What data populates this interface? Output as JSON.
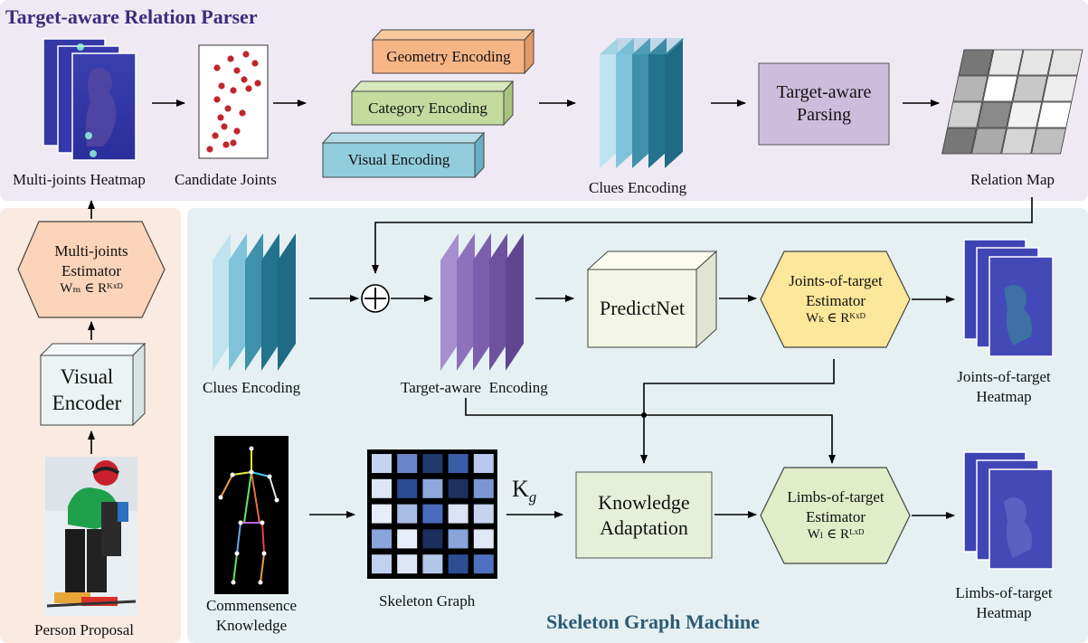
{
  "parser": {
    "title": "Target-aware Relation Parser",
    "multi_joints_heatmap": "Multi-joints Heatmap",
    "candidate_joints": "Candidate Joints",
    "geometry_encoding": "Geometry Encoding",
    "category_encoding": "Category Encoding",
    "visual_encoding": "Visual Encoding",
    "clues_encoding": "Clues Encoding",
    "target_aware_parsing_line1": "Target-aware",
    "target_aware_parsing_line2": "Parsing",
    "relation_map": "Relation Map"
  },
  "left": {
    "estimator_line1": "Multi-joints",
    "estimator_line2": "Estimator",
    "estimator_formula": "Wₘ ∈ Rᴷˣᴰ",
    "visual_encoder_line1": "Visual",
    "visual_encoder_line2": "Encoder",
    "person_proposal": "Person Proposal"
  },
  "machine": {
    "title": "Skeleton Graph Machine",
    "clues_encoding": "Clues Encoding",
    "plus_symbol": "⊕",
    "target_aware_encoding": "Target-aware  Encoding",
    "predictnet": "PredictNet",
    "joints_estimator_line1": "Joints-of-target",
    "joints_estimator_line2": "Estimator",
    "joints_estimator_formula": "Wₖ ∈ Rᴷˣᴰ",
    "joints_heatmap_line1": "Joints-of-target",
    "joints_heatmap_line2": "Heatmap",
    "commonsense_line1": "Commensence",
    "commonsense_line2": "Knowledge",
    "skeleton_graph": "Skeleton Graph",
    "kg_label": "K",
    "kg_sub": "g",
    "knowledge_adaptation_line1": "Knowledge",
    "knowledge_adaptation_line2": "Adaptation",
    "limbs_estimator_line1": "Limbs-of-target",
    "limbs_estimator_line2": "Estimator",
    "limbs_estimator_formula": "Wₗ ∈ Rᴸˣᴰ",
    "limbs_heatmap_line1": "Limbs-of-target",
    "limbs_heatmap_line2": "Heatmap"
  },
  "colors": {
    "parser_bg": "#efe9f4",
    "left_bg": "#fbeae0",
    "machine_bg": "#e6f0f3",
    "geometry": "#f6b585",
    "category": "#c4dba0",
    "visual": "#92cddc",
    "parsing_box": "#cdbddd",
    "estimator_orange": "#fbd4b9",
    "estimator_yellow": "#fde79a",
    "estimator_green": "#e0edc8",
    "knowledge_box": "#e6efd8",
    "title_parser": "#3a2d7c",
    "title_machine": "#2c5a73"
  }
}
